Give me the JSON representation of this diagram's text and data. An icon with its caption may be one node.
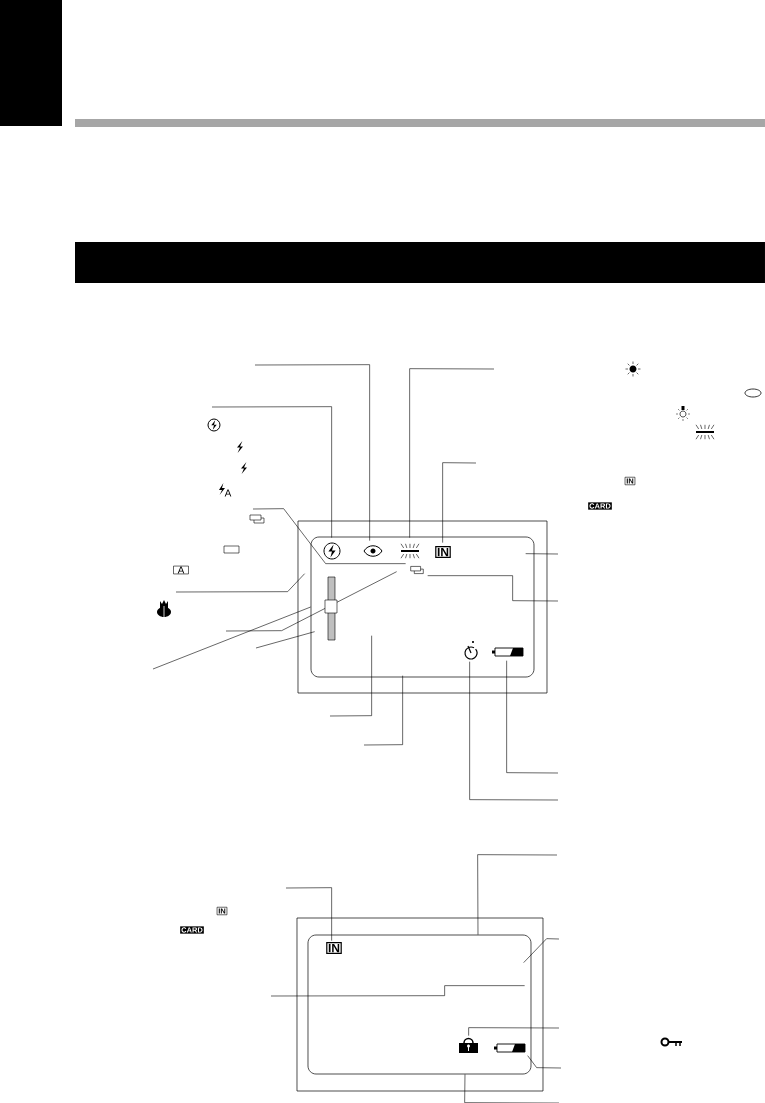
{
  "diagram": {
    "nodes": [
      {
        "text": [],
        "shape": "box"
      },
      {
        "text": [],
        "shape": "box",
        "in": 0
      },
      {
        "text": [],
        "shape": "box"
      },
      {
        "text": [],
        "shape": "box",
        "in": 2
      }
    ],
    "edges": [
      {
        "from": null,
        "to": 1,
        "arrow": "none"
      },
      {
        "from": null,
        "to": 1,
        "arrow": "none"
      },
      {
        "from": null,
        "to": 1,
        "arrow": "none"
      },
      {
        "from": null,
        "to": 1,
        "arrow": "none"
      },
      {
        "from": null,
        "to": 1,
        "arrow": "none"
      },
      {
        "from": null,
        "to": 1,
        "arrow": "none"
      },
      {
        "from": null,
        "to": 1,
        "arrow": "none"
      },
      {
        "from": null,
        "to": 1,
        "arrow": "none"
      },
      {
        "from": null,
        "to": 1,
        "arrow": "none"
      },
      {
        "from": null,
        "to": 1,
        "arrow": "none"
      },
      {
        "from": null,
        "to": 1,
        "arrow": "none"
      },
      {
        "from": null,
        "to": 1,
        "arrow": "none"
      },
      {
        "from": null,
        "to": 1,
        "arrow": "none"
      },
      {
        "from": null,
        "to": 1,
        "arrow": "none"
      },
      {
        "from": null,
        "to": 1,
        "arrow": "none"
      },
      {
        "from": null,
        "to": 3,
        "arrow": "none"
      },
      {
        "from": null,
        "to": 3,
        "arrow": "none"
      },
      {
        "from": null,
        "to": 3,
        "arrow": "none"
      },
      {
        "from": null,
        "to": 3,
        "arrow": "none"
      },
      {
        "from": null,
        "to": 3,
        "arrow": "none"
      },
      {
        "from": null,
        "to": 3,
        "arrow": "none"
      },
      {
        "from": null,
        "to": 3,
        "arrow": "none"
      }
    ],
    "labels": [
      "A",
      "IN",
      "CARD",
      "IN",
      "A",
      "IN",
      "CARD",
      "IN"
    ]
  }
}
